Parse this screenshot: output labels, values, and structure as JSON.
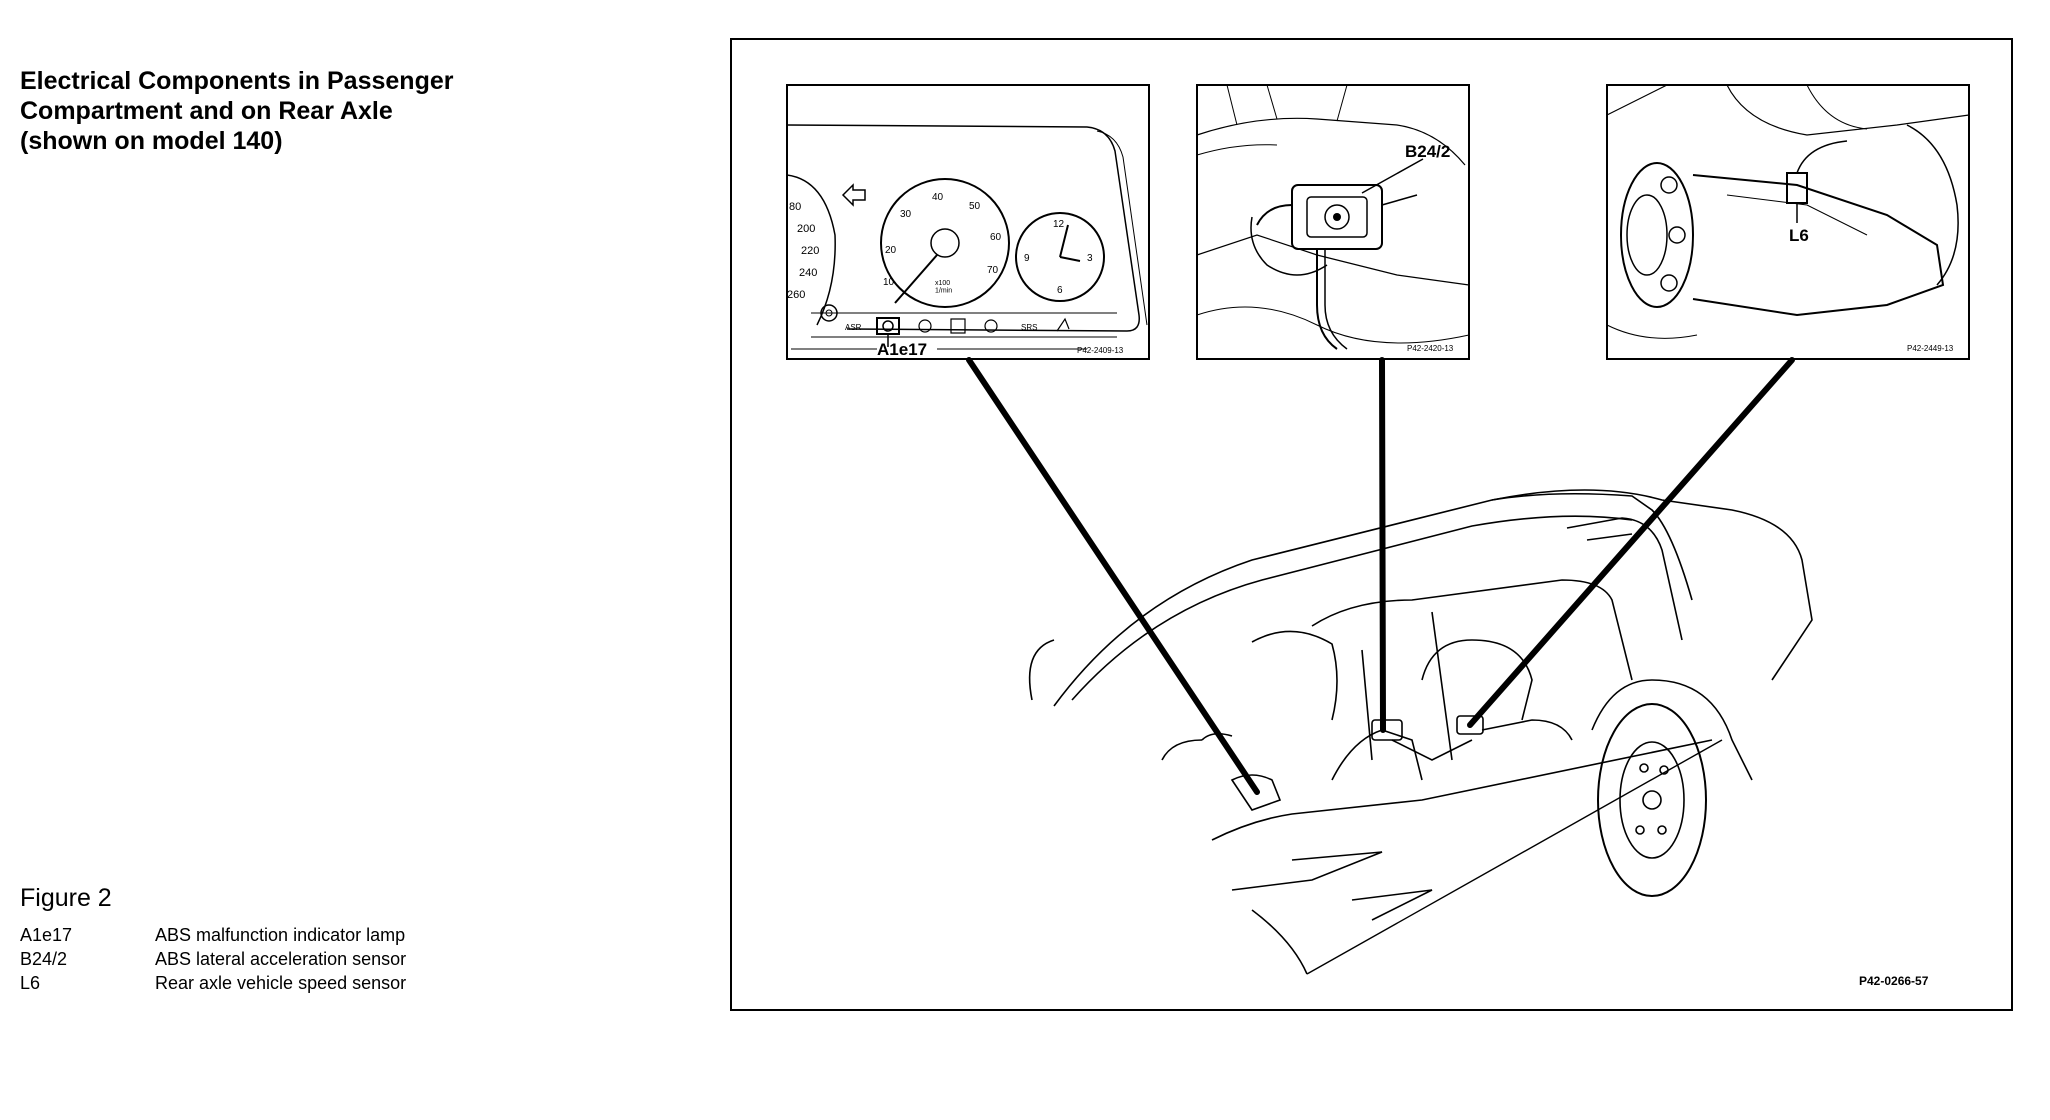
{
  "title": {
    "line1": "Electrical Components in Passenger",
    "line2": "Compartment and on Rear Axle",
    "line3": "(shown on model 140)"
  },
  "figure": {
    "label": "Figure 2",
    "legend": [
      {
        "code": "A1e17",
        "description": "ABS malfunction indicator lamp"
      },
      {
        "code": "B24/2",
        "description": "ABS lateral acceleration sensor"
      },
      {
        "code": "L6",
        "description": "Rear axle vehicle speed sensor"
      }
    ]
  },
  "diagram": {
    "main_code": "P42-0266-57",
    "insets": [
      {
        "callout": "A1e17",
        "code": "P42-2409-13"
      },
      {
        "callout": "B24/2",
        "code": "P42-2420-13"
      },
      {
        "callout": "L6",
        "code": "P42-2449-13"
      }
    ],
    "gauges": {
      "speedo_ticks": [
        "80",
        "200",
        "220",
        "240",
        "260"
      ],
      "tacho_ticks": [
        "10",
        "20",
        "30",
        "40",
        "50",
        "60",
        "70"
      ],
      "tacho_unit": "x100\n1/min",
      "clock_ticks": [
        "12",
        "3",
        "6",
        "9"
      ],
      "warning_labels": [
        "ASR",
        "SRS"
      ]
    }
  }
}
